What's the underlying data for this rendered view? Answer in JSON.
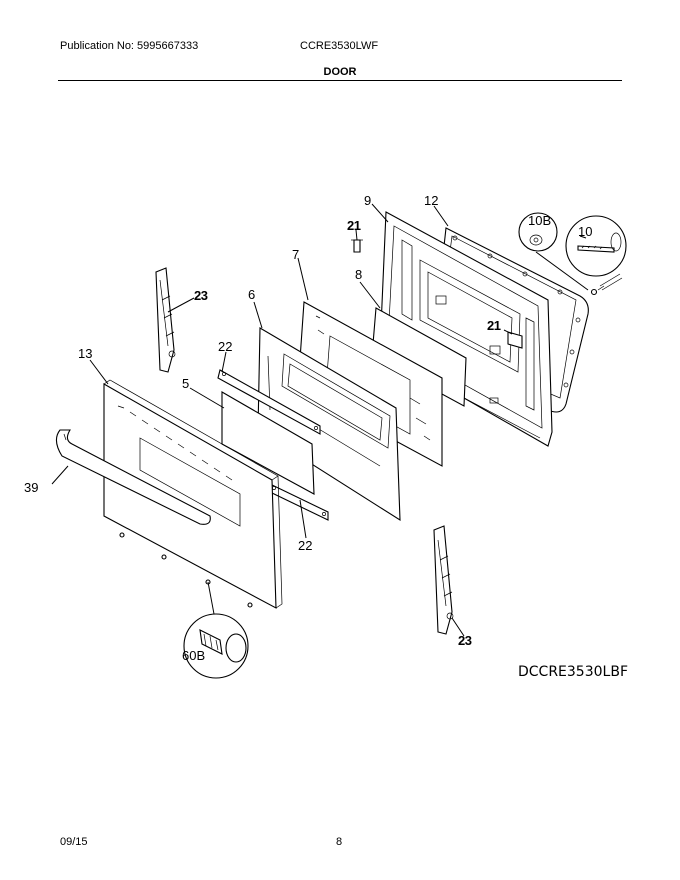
{
  "header": {
    "publication": "Publication No: 5995667333",
    "model": "CCRE3530LWF",
    "section": "DOOR"
  },
  "diagram": {
    "code": "DCCRE3530LBF",
    "callouts": {
      "c9": "9",
      "c12": "12",
      "c21a": "21",
      "c10b": "10B",
      "c10": "10",
      "c7": "7",
      "c8": "8",
      "c23a": "23",
      "c6": "6",
      "c21b": "21",
      "c22a": "22",
      "c13": "13",
      "c5": "5",
      "c39": "39",
      "c22b": "22",
      "c60b": "60B",
      "c23b": "23"
    }
  },
  "footer": {
    "date": "09/15",
    "page": "8"
  }
}
